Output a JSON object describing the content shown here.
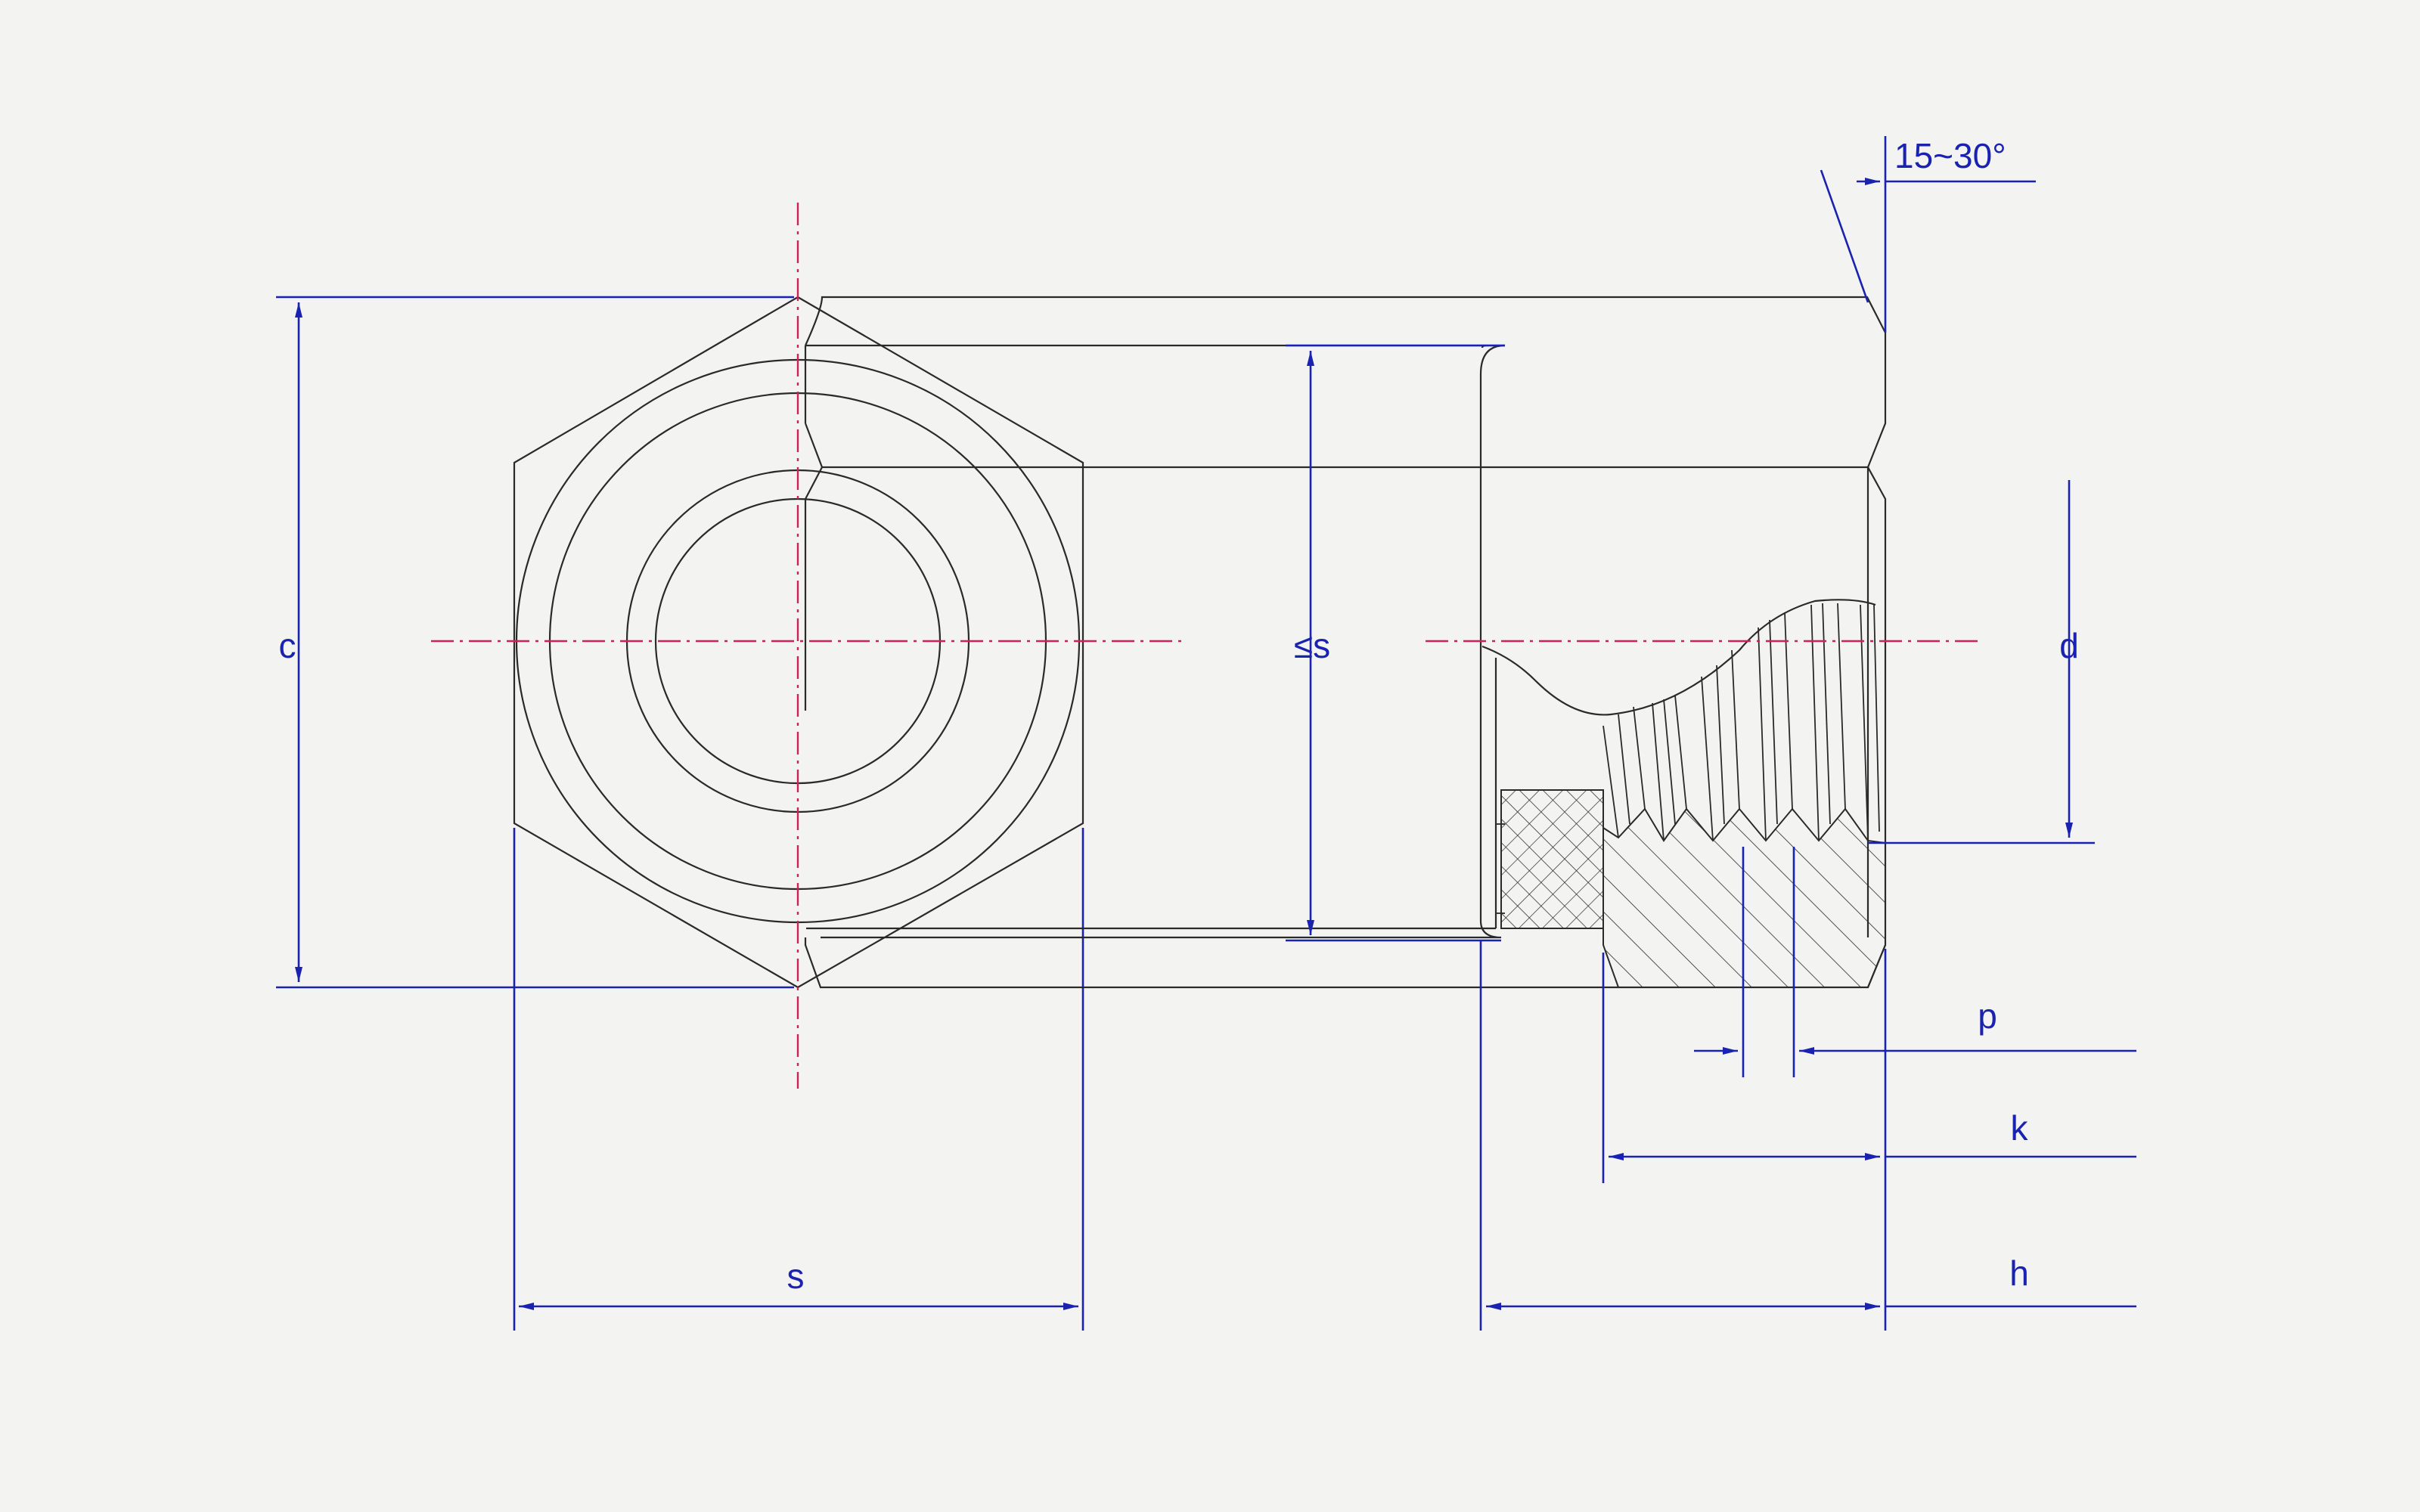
{
  "labels": {
    "c": "c",
    "s_front": "s",
    "s_side": "≤s",
    "d": "d",
    "p": "p",
    "k": "k",
    "h": "h",
    "chamfer_angle": "15~30°"
  },
  "colors": {
    "outline": "#2a2a2a",
    "centerline": "#d0205a",
    "dimension": "#1a22b0",
    "background": "#f3f3f2"
  }
}
